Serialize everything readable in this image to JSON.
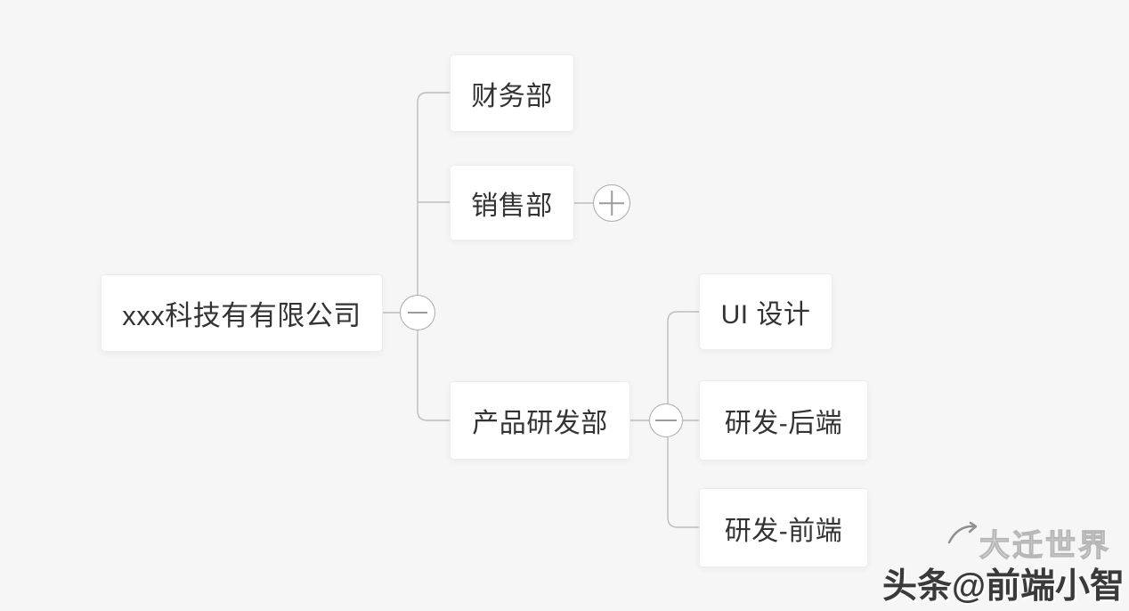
{
  "colors": {
    "background": "#f6f6f7",
    "node_background": "#ffffff",
    "node_border": "#ededee",
    "connector_line": "#bdbdbd",
    "node_text": "#333333",
    "watermark_dark": "#3a3a3a",
    "watermark_light": "#b7b7b7"
  },
  "mindmap": {
    "root": {
      "label": "xxx科技有有限公司",
      "toggle_icon": "minus-icon",
      "children": [
        {
          "label": "财务部"
        },
        {
          "label": "销售部",
          "toggle_icon": "plus-icon"
        },
        {
          "label": "产品研发部",
          "toggle_icon": "minus-icon",
          "children": [
            {
              "label": "UI 设计"
            },
            {
              "label": "研发-后端"
            },
            {
              "label": "研发-前端"
            }
          ]
        }
      ]
    }
  },
  "watermark": {
    "brand_text": "大迁世界",
    "credit_text": "头条@前端小智"
  }
}
